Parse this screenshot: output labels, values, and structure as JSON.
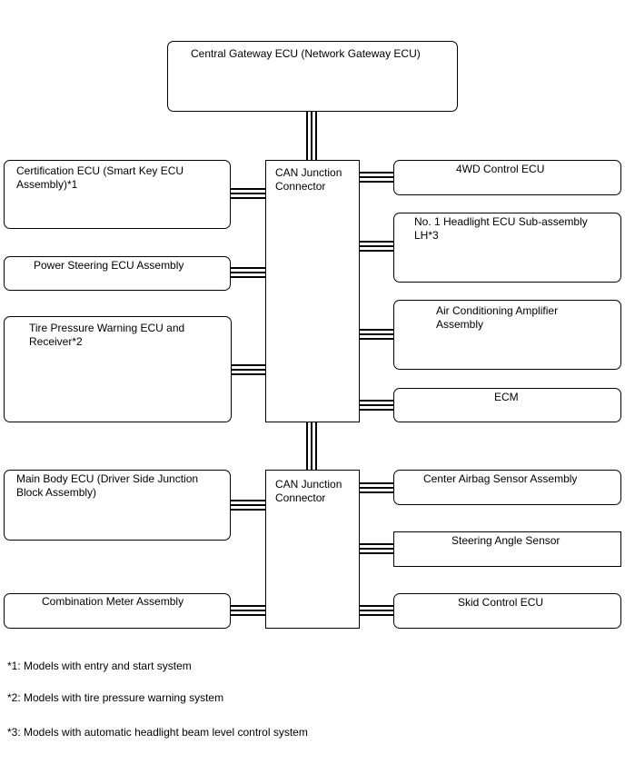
{
  "gateway": "Central Gateway ECU (Network Gateway ECU)",
  "junctions": [
    "CAN Junction\nConnector",
    "CAN Junction\nConnector"
  ],
  "left_ecus": [
    "Certification ECU (Smart Key ECU\nAssembly)*1",
    "Power Steering ECU Assembly",
    "Tire Pressure Warning ECU and\nReceiver*2",
    "Main Body ECU (Driver Side Junction\nBlock Assembly)",
    "Combination Meter Assembly"
  ],
  "right_ecus": [
    "4WD Control ECU",
    "No. 1 Headlight ECU Sub-assembly\nLH*3",
    "Air Conditioning Amplifier\nAssembly",
    "ECM",
    "Center Airbag Sensor Assembly",
    "Steering Angle Sensor",
    "Skid Control ECU"
  ],
  "notes": [
    "*1: Models with entry and start system",
    "*2: Models with tire pressure warning system",
    "*3: Models with automatic headlight beam level control system"
  ]
}
